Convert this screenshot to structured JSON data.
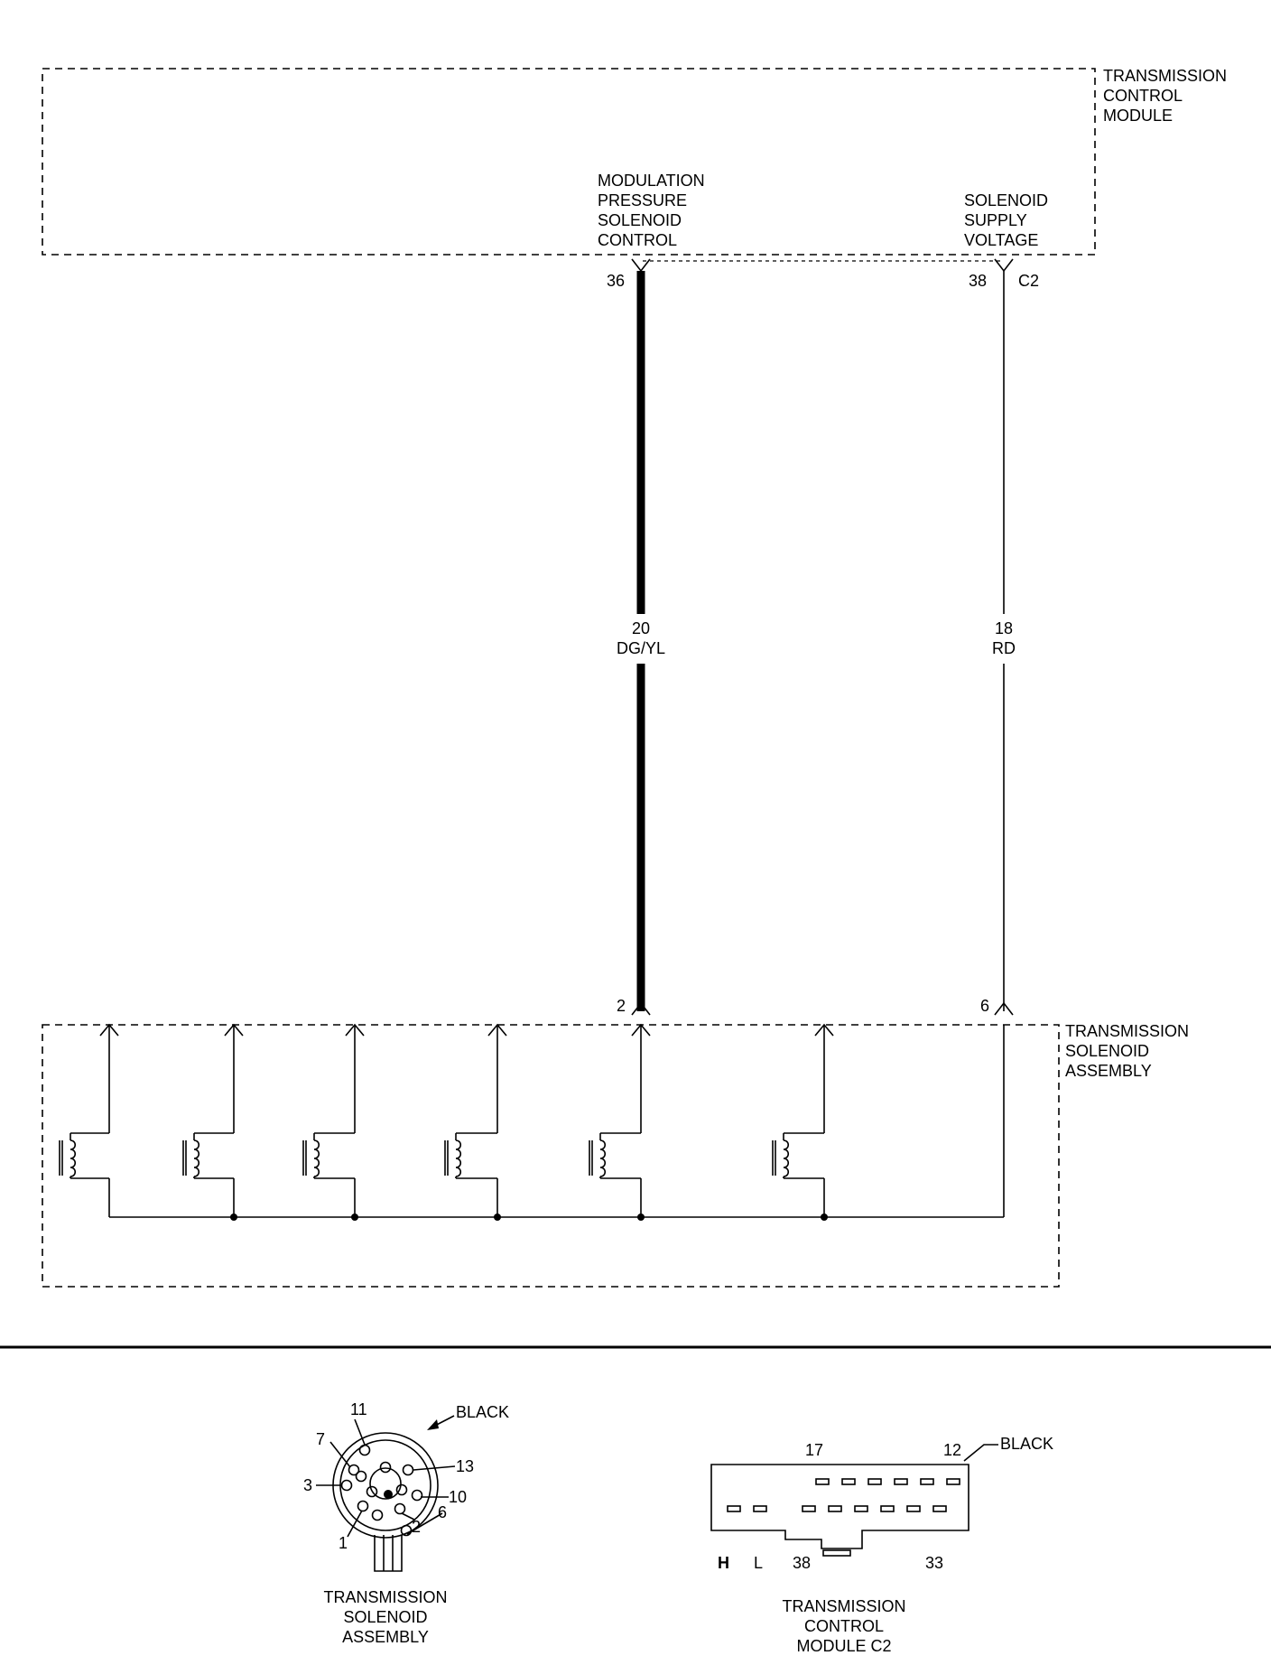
{
  "tcm": {
    "title": [
      "TRANSMISSION",
      "CONTROL",
      "MODULE"
    ],
    "pin_mod_label": [
      "MODULATION",
      "PRESSURE",
      "SOLENOID",
      "CONTROL"
    ],
    "pin_supply_label": [
      "SOLENOID",
      "SUPPLY",
      "VOLTAGE"
    ],
    "pin_mod_num": "36",
    "pin_supply_num": "38",
    "connector_id": "C2"
  },
  "wires": {
    "mod": {
      "gauge": "20",
      "color": "DG/YL"
    },
    "supply": {
      "gauge": "18",
      "color": "RD"
    }
  },
  "tsa": {
    "title": [
      "TRANSMISSION",
      "SOLENOID",
      "ASSEMBLY"
    ],
    "pin_mod_num": "2",
    "pin_supply_num": "6"
  },
  "connector_round": {
    "color_label": "BLACK",
    "pins": [
      "11",
      "7",
      "3",
      "1",
      "2",
      "6",
      "10",
      "13"
    ],
    "caption": [
      "TRANSMISSION",
      "SOLENOID",
      "ASSEMBLY"
    ]
  },
  "connector_rect": {
    "color_label": "BLACK",
    "top_labels": [
      "17",
      "12"
    ],
    "bottom_labels": [
      "H",
      "L",
      "38",
      "33"
    ],
    "caption": [
      "TRANSMISSION",
      "CONTROL",
      "MODULE C2"
    ]
  }
}
